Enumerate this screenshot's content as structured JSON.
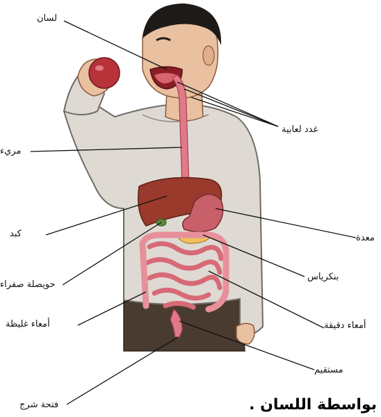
{
  "labels": {
    "tongue": "لسان",
    "salivary_glands": "غدد لعابية",
    "esophagus": "مريء",
    "liver": "كبد",
    "stomach": "معدة",
    "pancreas": "بنكرياس",
    "gallbladder": "حويصلة صفراء",
    "small_intestine": "أمعاء دقيقة",
    "large_intestine": "أمعاء غليظة",
    "rectum": "مستقيم",
    "anus": "فتحة شرج"
  },
  "caption": "بواسطة اللسان ."
}
